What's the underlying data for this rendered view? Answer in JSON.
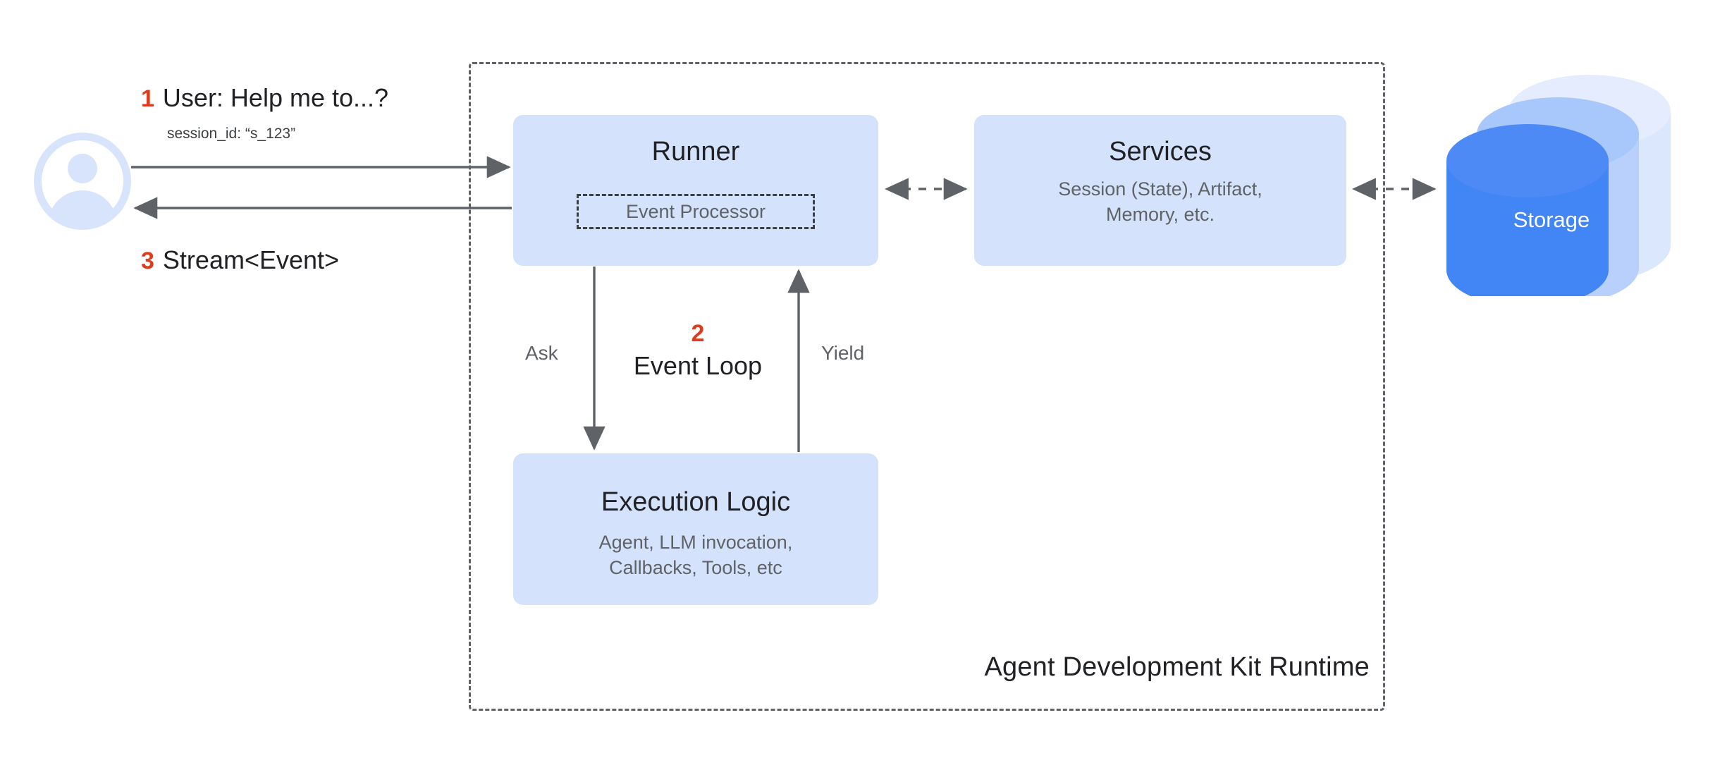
{
  "diagram": {
    "title": "Agent Development Kit Runtime",
    "accent_color": "#dd3c1e",
    "box_fill": "#d4e2fb",
    "storage_color": "#4285f4"
  },
  "actor": {
    "avatar_name": "user-avatar",
    "request": {
      "step": "1",
      "text": "User: Help me to...?",
      "meta": "session_id: “s_123”"
    },
    "response": {
      "step": "3",
      "text": "Stream<Event>"
    }
  },
  "runtime": {
    "label": "Agent Development Kit Runtime",
    "boxes": {
      "runner": {
        "title": "Runner",
        "inner": "Event Processor"
      },
      "services": {
        "title": "Services",
        "subtitle": "Session (State), Artifact,\nMemory, etc."
      },
      "execution": {
        "title": "Execution Logic",
        "subtitle": "Agent, LLM invocation,\nCallbacks, Tools, etc"
      }
    },
    "loop": {
      "step": "2",
      "label": "Event Loop",
      "down_edge": "Ask",
      "up_edge": "Yield"
    }
  },
  "storage": {
    "label": "Storage"
  }
}
